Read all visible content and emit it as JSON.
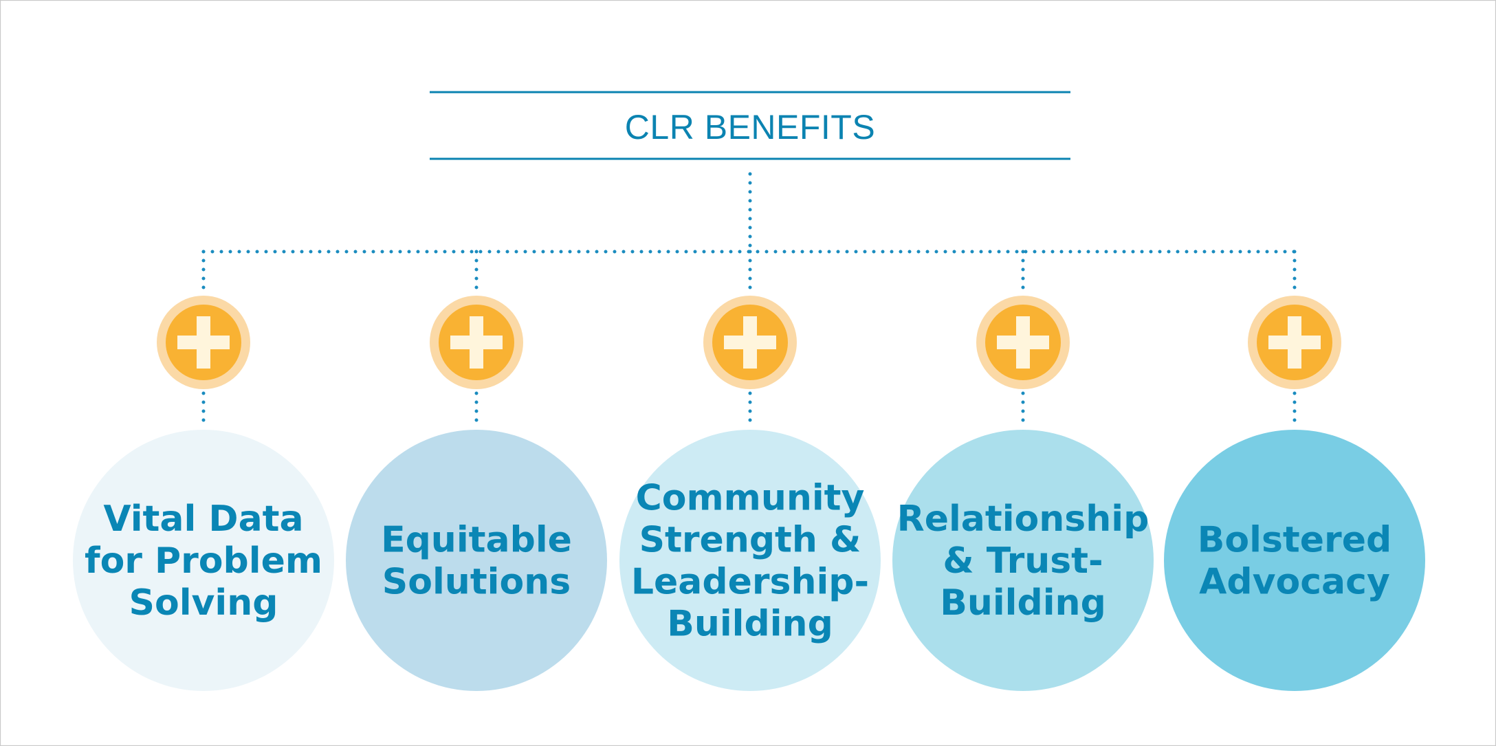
{
  "title": "CLR BENEFITS",
  "colors": {
    "accent_blue": "#0b83b1",
    "connector": "#1a8cbf",
    "plus_outer": "#fbd9a6",
    "plus_inner": "#f9b233",
    "plus_glyph": "#fff5dc"
  },
  "connector_icon": "plus-icon",
  "benefits": [
    {
      "lines": [
        "Vital Data",
        "for Problem",
        "Solving"
      ],
      "fill": "#ecf5f9"
    },
    {
      "lines": [
        "Equitable",
        "Solutions"
      ],
      "fill": "#bcdcec"
    },
    {
      "lines": [
        "Community",
        "Strength &",
        "Leadership-",
        "Building"
      ],
      "fill": "#cdebf4"
    },
    {
      "lines": [
        "Relationship",
        "& Trust-",
        "Building"
      ],
      "fill": "#abdfec"
    },
    {
      "lines": [
        "Bolstered",
        "Advocacy"
      ],
      "fill": "#79cde4"
    }
  ]
}
